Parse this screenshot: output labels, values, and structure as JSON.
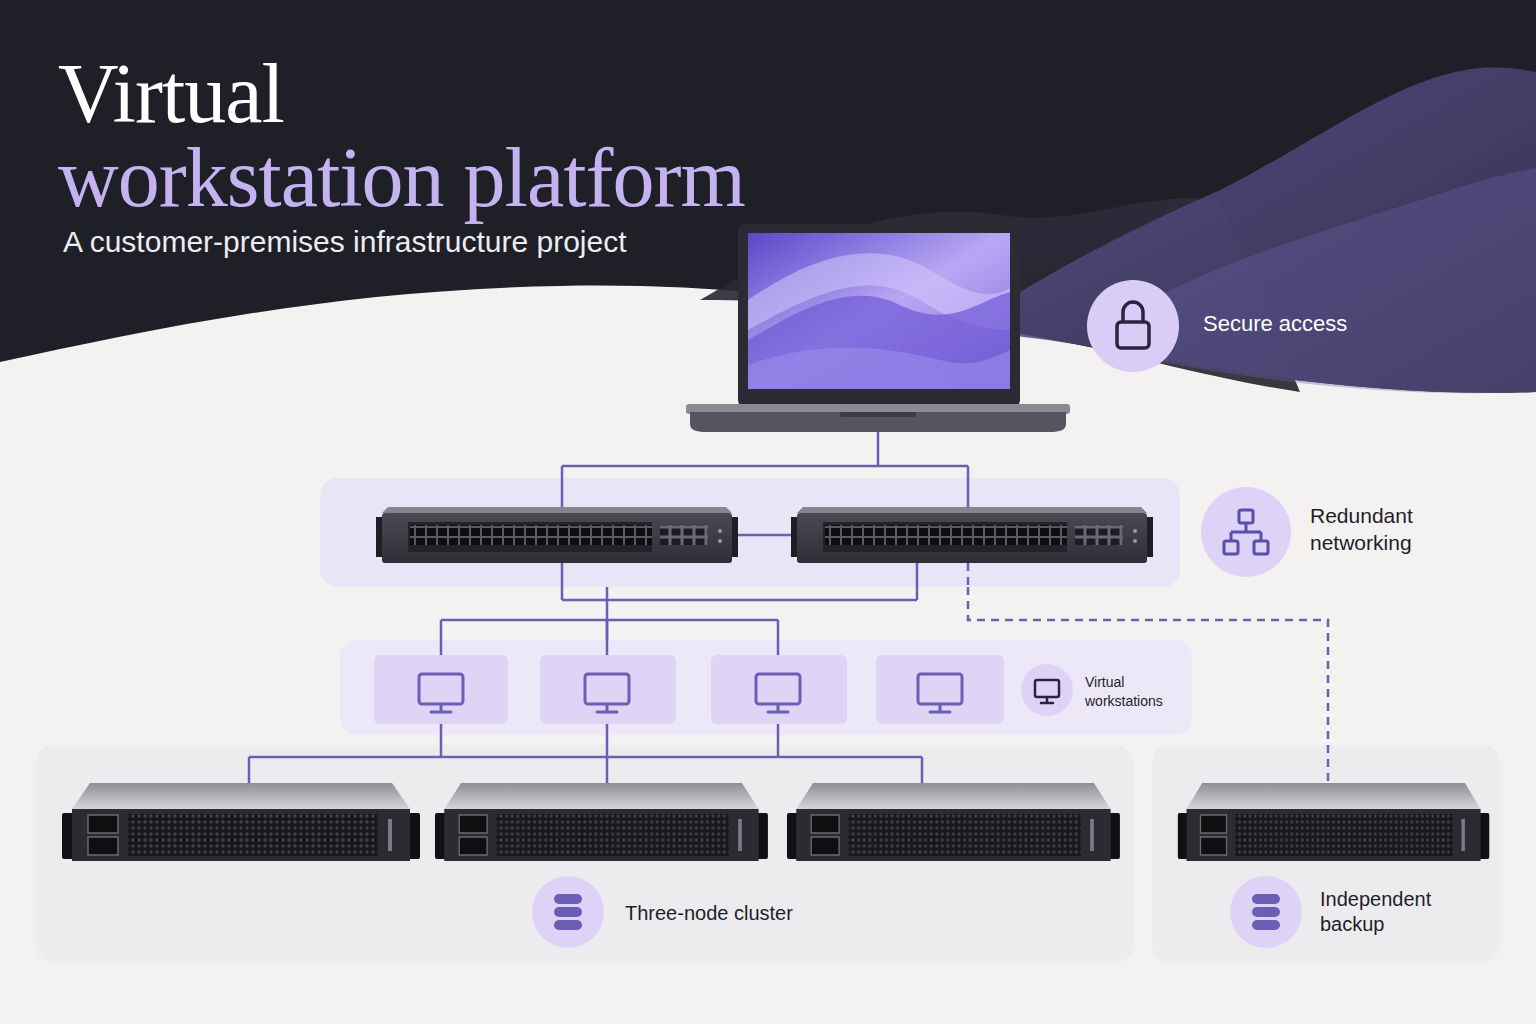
{
  "diagram": {
    "title": "Virtual workstation platform",
    "nodes": [
      {
        "text": [
          "Redundant networking"
        ]
      },
      {
        "text": [
          "Virtual workstations"
        ]
      },
      {
        "text": [
          "Three-node cluster"
        ]
      },
      {
        "text": [
          "Independent backup"
        ]
      }
    ],
    "edges": [
      {
        "from": 0,
        "to": 1,
        "arrow": "none"
      },
      {
        "from": 1,
        "to": 2,
        "arrow": "none"
      },
      {
        "from": 0,
        "to": 3,
        "arrow": "none"
      }
    ],
    "labels": [
      "A customer-premises infrastructure project",
      "Secure access"
    ]
  }
}
